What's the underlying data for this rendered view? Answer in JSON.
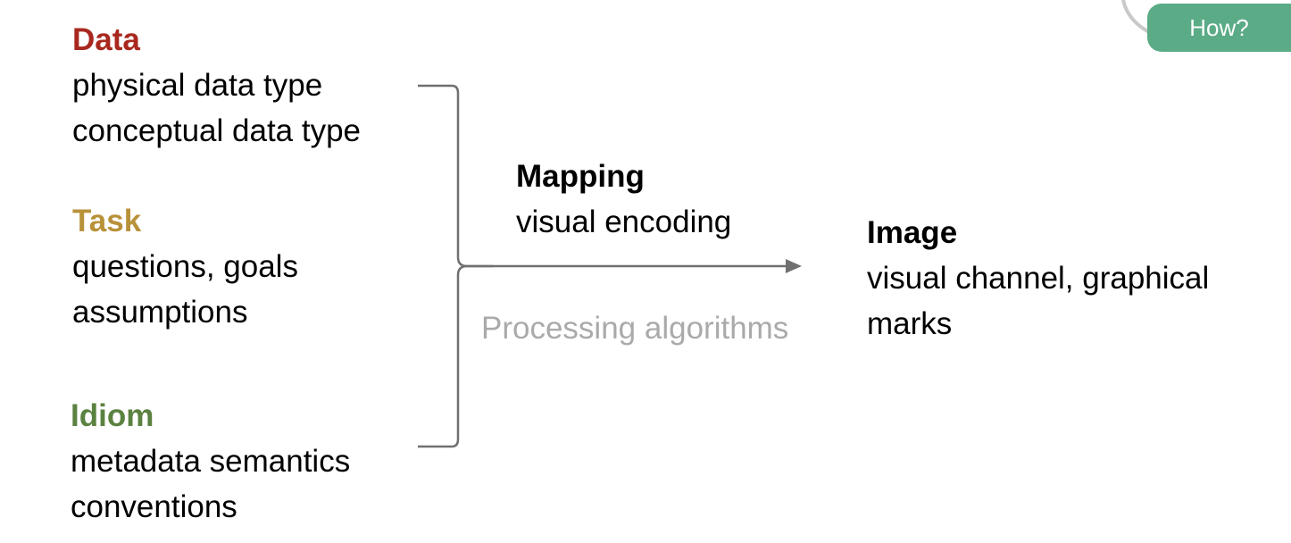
{
  "colors": {
    "data": "#a8281f",
    "task": "#b8923a",
    "idiom": "#5b8240",
    "muted": "#aaaaaa",
    "connector": "#707070",
    "badge": "#5aab86",
    "badge_arc": "#c9c9c9"
  },
  "data_block": {
    "title": "Data",
    "lines": [
      "physical data type",
      "conceptual data type"
    ]
  },
  "task_block": {
    "title": "Task",
    "lines": [
      "questions, goals",
      "assumptions"
    ]
  },
  "idiom_block": {
    "title": "Idiom",
    "lines": [
      "metadata semantics",
      "conventions"
    ]
  },
  "mapping_block": {
    "title": "Mapping",
    "lines": [
      "visual encoding"
    ]
  },
  "processing": {
    "label": "Processing algorithms"
  },
  "image_block": {
    "title": "Image",
    "lines": [
      "visual channel, graphical",
      "marks"
    ]
  },
  "badge": {
    "label": "How?",
    "icon": "arc-decoration"
  }
}
